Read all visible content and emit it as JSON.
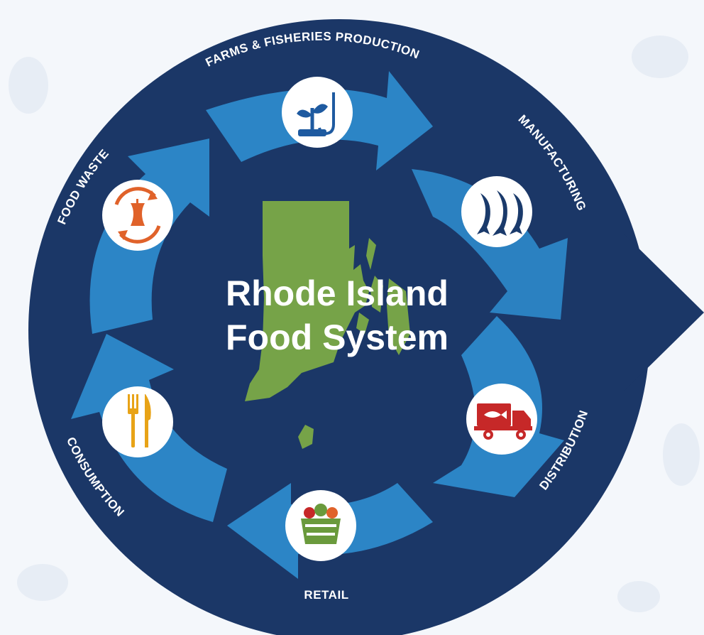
{
  "title": {
    "line1": "Rhode Island",
    "line2": "Food System"
  },
  "stages": [
    {
      "label": "FARMS & FISHERIES PRODUCTION",
      "icon": "seedling-fishhook-icon",
      "color": "#1e5aa0"
    },
    {
      "label": "MANUFACTURING",
      "icon": "three-fish-icon",
      "color": "#1a3a6b"
    },
    {
      "label": "DISTRIBUTION",
      "icon": "delivery-truck-icon",
      "color": "#c62828"
    },
    {
      "label": "RETAIL",
      "icon": "produce-basket-icon",
      "color": "#6a9a3c"
    },
    {
      "label": "CONSUMPTION",
      "icon": "fork-knife-icon",
      "color": "#e8a317"
    },
    {
      "label": "FOOD WASTE",
      "icon": "apple-core-recycle-icon",
      "color": "#e0622a"
    }
  ],
  "colors": {
    "background": "#f4f7fb",
    "circle": "#1b3767",
    "arrow": "#2c85c6",
    "state_map": "#76a348",
    "text": "#ffffff"
  }
}
